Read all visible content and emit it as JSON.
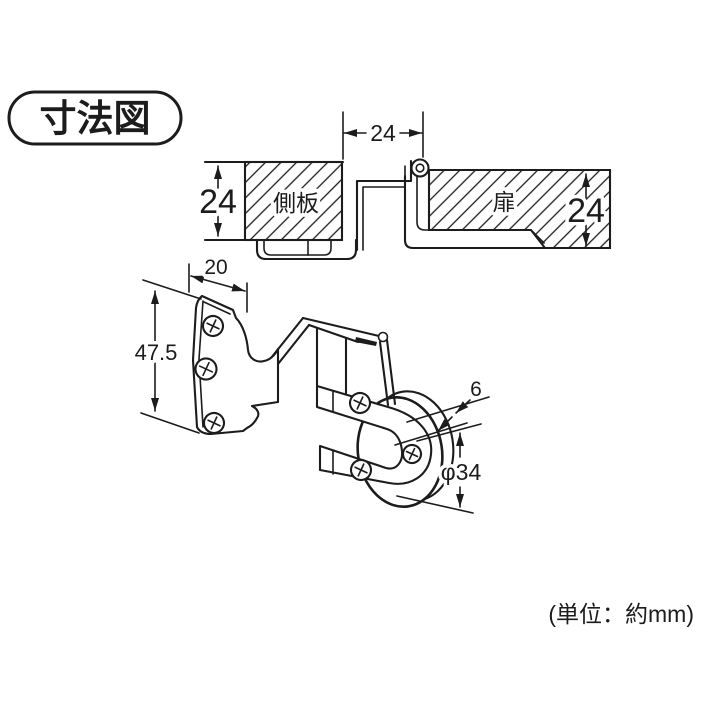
{
  "title_badge": {
    "label": "寸法図"
  },
  "unit_note": "(単位：約mm)",
  "colors": {
    "ink": "#1c1c1c",
    "background": "#ffffff"
  },
  "cross_section": {
    "top_width": "24",
    "left_panel": {
      "label": "側板",
      "height": "24"
    },
    "door": {
      "label": "扉",
      "height": "24"
    }
  },
  "isometric": {
    "plate_width": "20",
    "plate_height": "47.5",
    "disc_thickness": "6",
    "disc_diameter": "φ34"
  }
}
